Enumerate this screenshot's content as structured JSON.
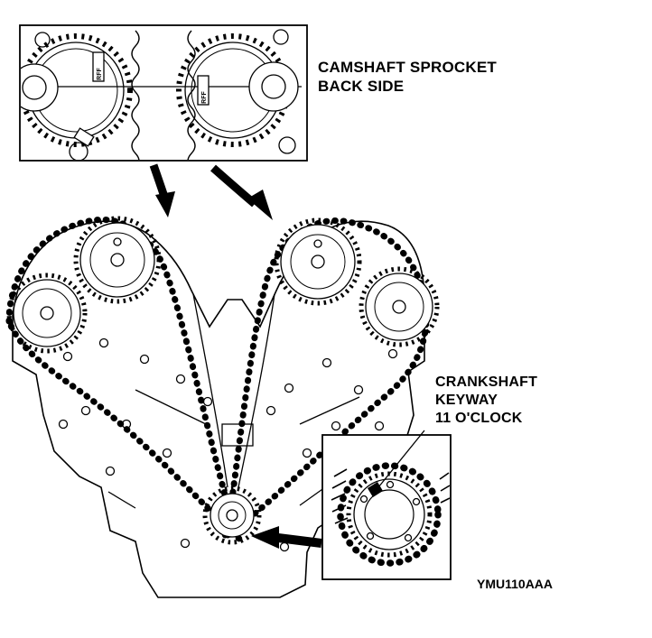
{
  "figure": {
    "inset_top": {
      "label_line1": "CAMSHAFT SPROCKET",
      "label_line2": "BACK SIDE",
      "rff_left": "RFF",
      "rff_right": "RFF"
    },
    "inset_bottom": {
      "label_line1": "CRANKSHAFT",
      "label_line2": "KEYWAY",
      "label_line3": "11 O'CLOCK"
    },
    "figure_code": "YMU110AAA",
    "colors": {
      "ink": "#000000",
      "paper": "#ffffff"
    }
  }
}
